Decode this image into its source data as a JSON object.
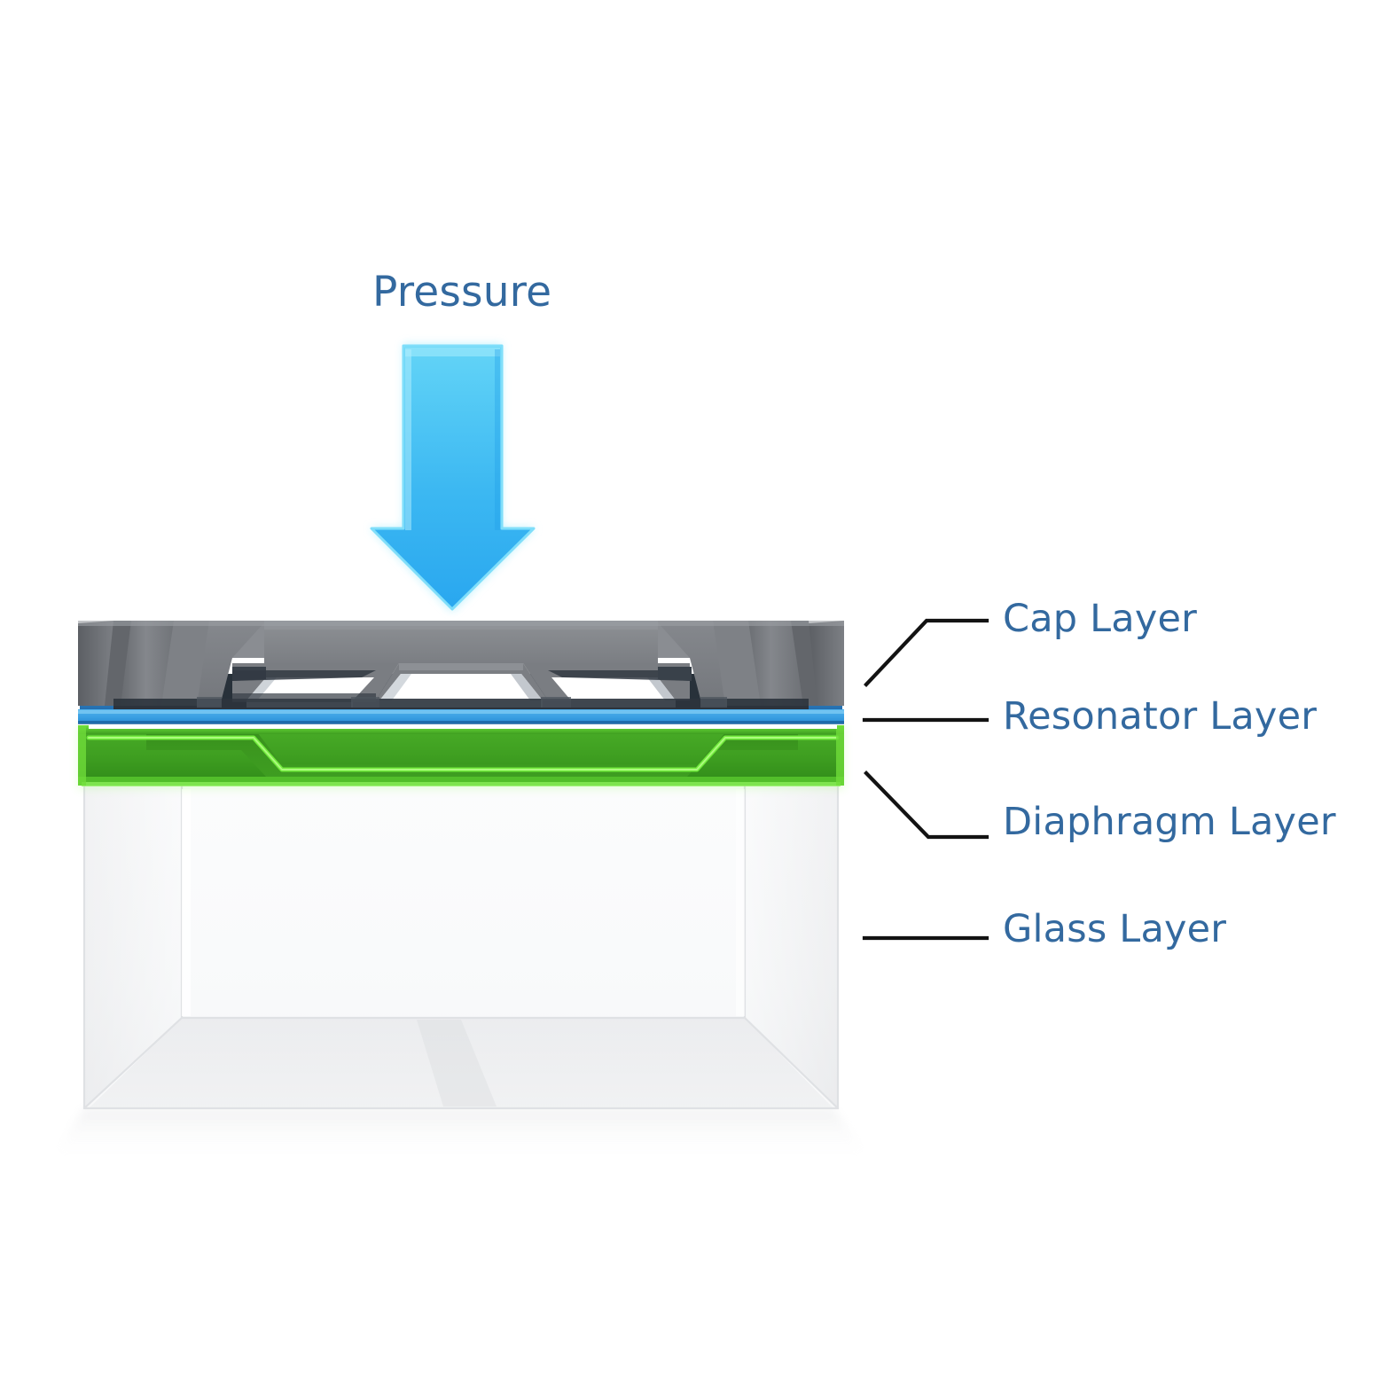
{
  "figure": {
    "kind": "cross-section-diagram",
    "subject": "MEMS resonant pressure sensor layer stack",
    "background_color": "#ffffff"
  },
  "annotation": {
    "pressure_label": "Pressure",
    "text_color": "#33699f",
    "leader_color": "#1a1a1a"
  },
  "arrow": {
    "name": "pressure-arrow",
    "direction": "down",
    "gradient_top": "#5ed0f5",
    "gradient_bottom": "#2aa8ef",
    "outline": "#8ee6fb"
  },
  "layers": [
    {
      "id": "cap",
      "label": "Cap Layer",
      "color": "#7e8186",
      "color_dark": "#4a4d52",
      "color_light": "#9a9da2"
    },
    {
      "id": "resonator",
      "label": "Resonator Layer",
      "color": "#2f8fd8",
      "color_dark": "#1d5f96",
      "color_light": "#57b4ee"
    },
    {
      "id": "diaphragm",
      "label": "Diaphragm Layer",
      "color": "#3da023",
      "color_dark": "#2b7a18",
      "color_light": "#63d92f"
    },
    {
      "id": "glass",
      "label": "Glass Layer",
      "color": "#f2f3f4",
      "color_dark": "#d8dadd",
      "color_light": "#fbfbfc"
    }
  ]
}
